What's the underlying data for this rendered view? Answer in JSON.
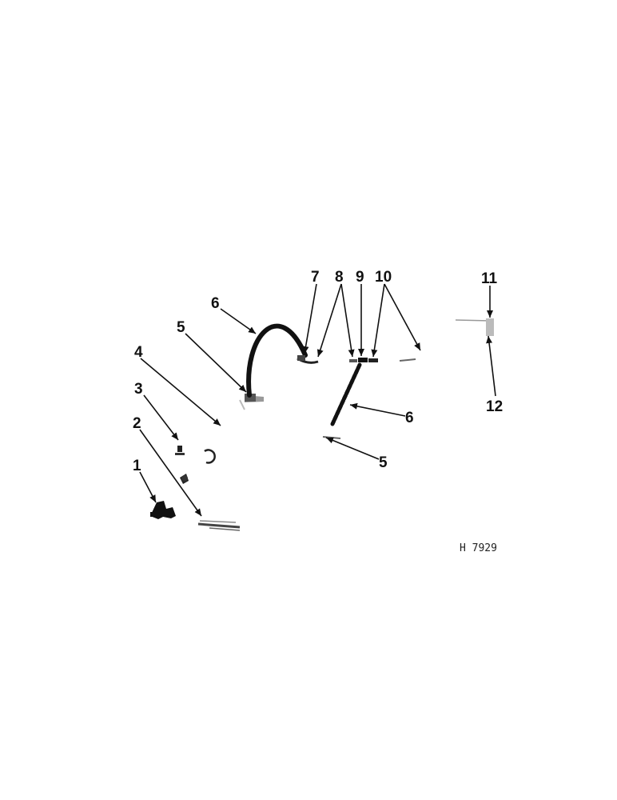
{
  "diagram": {
    "callouts": [
      {
        "id": "c1",
        "label": "1"
      },
      {
        "id": "c2",
        "label": "2"
      },
      {
        "id": "c3",
        "label": "3"
      },
      {
        "id": "c4",
        "label": "4"
      },
      {
        "id": "c5a",
        "label": "5"
      },
      {
        "id": "c6a",
        "label": "6"
      },
      {
        "id": "c7",
        "label": "7"
      },
      {
        "id": "c8",
        "label": "8"
      },
      {
        "id": "c9",
        "label": "9"
      },
      {
        "id": "c10",
        "label": "10"
      },
      {
        "id": "c11",
        "label": "11"
      },
      {
        "id": "c12",
        "label": "12"
      },
      {
        "id": "c6b",
        "label": "6"
      },
      {
        "id": "c5b",
        "label": "5"
      }
    ],
    "figure_id": "H 7929"
  },
  "colors": {
    "ink": "#111111",
    "background": "#ffffff"
  }
}
